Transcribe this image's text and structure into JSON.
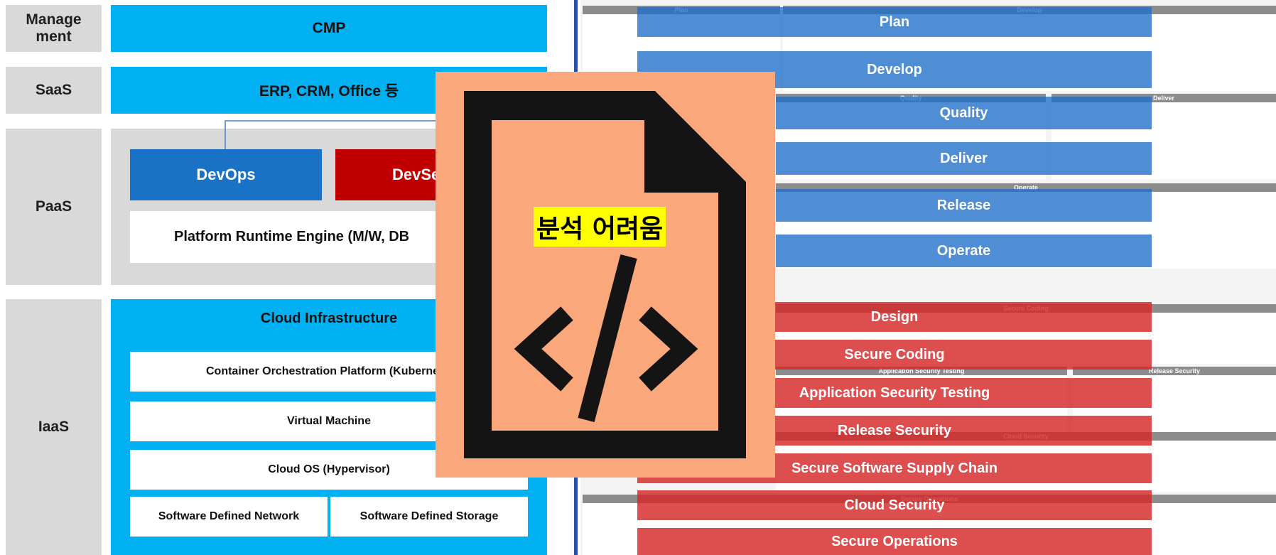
{
  "layers": {
    "management": "Manage\nment",
    "saas": "SaaS",
    "paas": "PaaS",
    "iaas": "IaaS"
  },
  "left": {
    "cmp": "CMP",
    "saas_band": "ERP, CRM, Office 등",
    "devops": "DevOps",
    "devsecops": "DevSe",
    "runtime": "Platform Runtime Engine (M/W, DB",
    "cloud_infra": "Cloud Infrastructure",
    "container": "Container Orchestration Platform (Kubernet",
    "vm": "Virtual Machine",
    "cloud_os": "Cloud OS (Hypervisor)",
    "sdn": "Software Defined Network",
    "sds": "Software Defined Storage"
  },
  "right": {
    "blue_stages": [
      "Plan",
      "Develop",
      "Quality",
      "Deliver",
      "Release",
      "Operate"
    ],
    "red_stages": [
      "Design",
      "Secure Coding",
      "Application Security Testing",
      "Release Security",
      "Secure Software Supply Chain",
      "Cloud Security",
      "Secure Operations"
    ],
    "segments": [
      "Plan",
      "Develop",
      "Quality",
      "Deliver",
      "Operate",
      "Secure Coding",
      "Application Security Testing",
      "Release Security",
      "Cloud Security",
      "Secure Operations"
    ]
  },
  "overlay": {
    "label": "분석 어려움",
    "icon": "code-file-icon"
  },
  "colors": {
    "cyan": "#00b0f0",
    "gray": "#d9d9d9",
    "devops": "#1a72c6",
    "devsecops": "#c00000",
    "overlay": "#f9a77b",
    "highlight": "#ffff00"
  }
}
